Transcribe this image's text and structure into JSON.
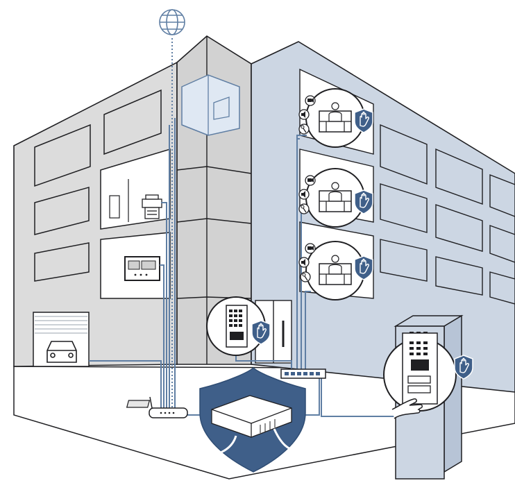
{
  "colors": {
    "outline": "#1f1f22",
    "wall_left": "#dcdcdc",
    "wall_right": "#ccd6e3",
    "cable": "#5f7ea3",
    "shield": "#3f5f89",
    "shield_dark": "#2f4d74",
    "window": "#ffffff",
    "glass": "#dfe8f3",
    "ground": "#ffffff"
  },
  "icons": {
    "internet": "globe-icon",
    "security": "shield-hand-icon",
    "camera": "camera-icon",
    "speaker": "speaker-icon",
    "door_key": "key-icon",
    "router": "router-icon",
    "switch": "network-switch-icon",
    "gateway": "gateway-device-icon",
    "car": "car-icon",
    "printer": "printer-icon",
    "monitor": "monitor-icon",
    "resident": "person-icon",
    "door_station": "intercom-door-station-icon",
    "hand": "hand-press-icon"
  },
  "video_stations": [
    {
      "id": "upper"
    },
    {
      "id": "middle"
    },
    {
      "id": "lower"
    }
  ]
}
